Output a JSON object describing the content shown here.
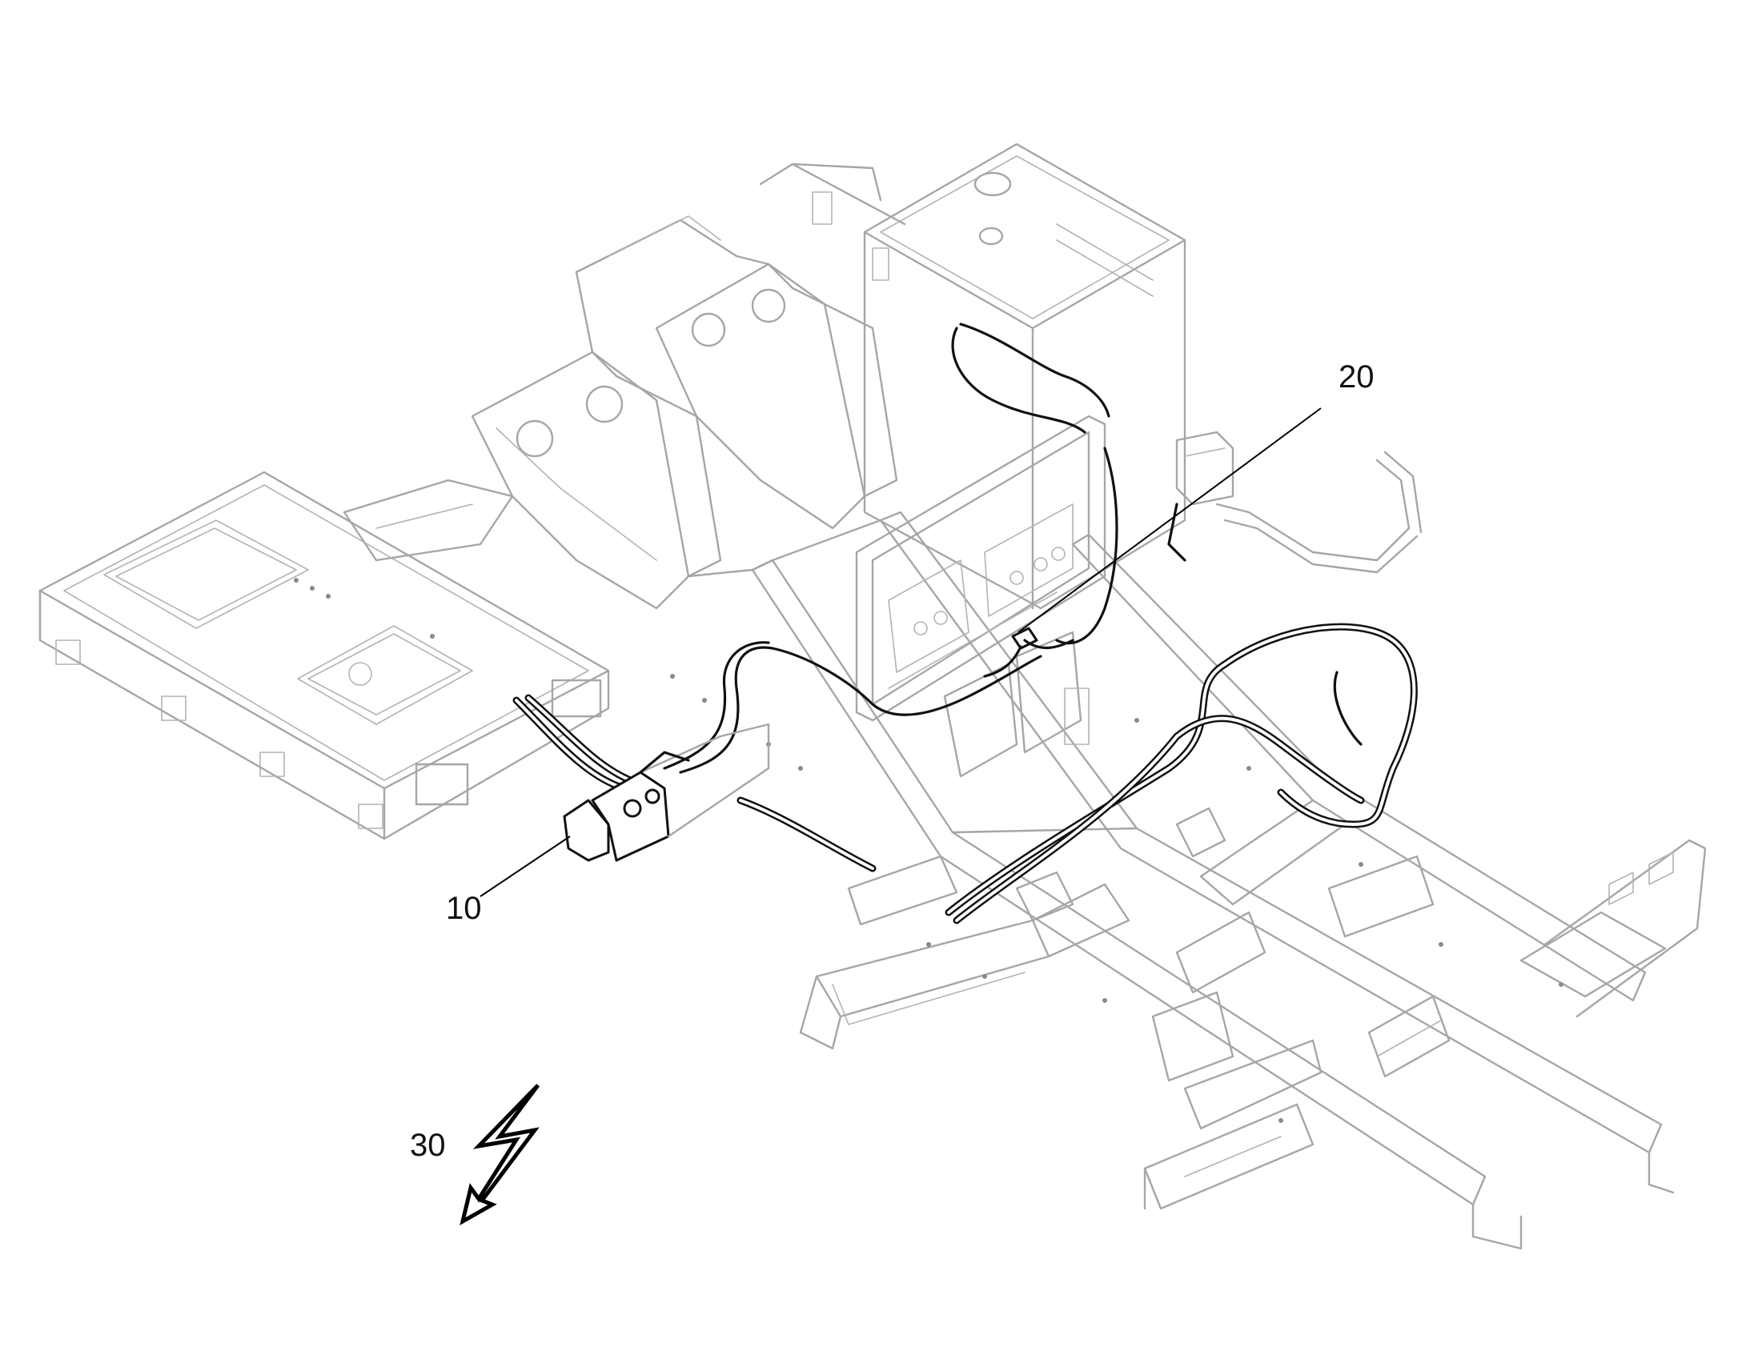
{
  "figure": {
    "reference_labels": [
      {
        "id": "label-10",
        "text": "10"
      },
      {
        "id": "label-20",
        "text": "20"
      },
      {
        "id": "label-30",
        "text": "30"
      }
    ],
    "colors": {
      "frame_line": "#a6a6a6",
      "hose": "#111111",
      "background": "#ffffff"
    },
    "icons": [
      "lightning-bolt-icon"
    ]
  }
}
